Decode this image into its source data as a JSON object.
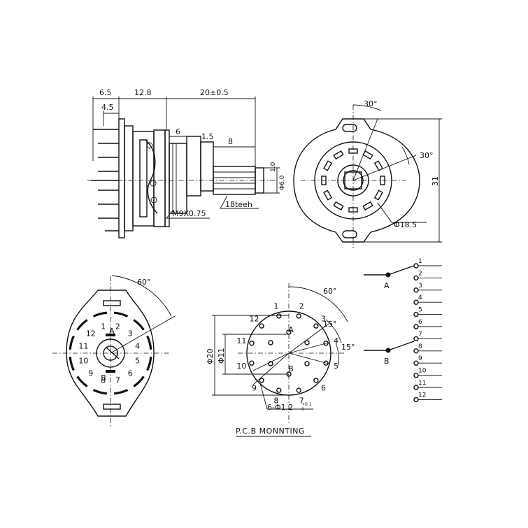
{
  "side_view": {
    "dim_65": "6.5",
    "dim_128": "12.8",
    "dim_20": "20±0.5",
    "dim_45": "4.5",
    "dim_6": "6",
    "dim_15": "1.5",
    "dim_8": "8",
    "dim_10": "1.0",
    "dim_phi6": "Φ6.0",
    "thread": "M9X0.75",
    "teeth": "18teeh"
  },
  "front_view": {
    "angle_top": "30°",
    "angle_right": "30°",
    "dia": "Φ18.5",
    "height": "31"
  },
  "rear_view": {
    "angle": "60°",
    "pins": [
      "1",
      "2",
      "3",
      "4",
      "5",
      "6",
      "7",
      "8",
      "9",
      "10",
      "11",
      "12"
    ],
    "pole_a": "A",
    "pole_b": "B"
  },
  "pcb": {
    "title": "P.C.B MONNTING",
    "angle_60": "60°",
    "angle_15a": "15°",
    "angle_15b": "15°",
    "dia20": "Φ20",
    "dia11": "Φ11",
    "holes": "6-Φ1.2",
    "tol_plus": "+0.1",
    "tol_zero": "0",
    "pins": [
      "1",
      "2",
      "3",
      "4",
      "5",
      "6",
      "7",
      "8",
      "9",
      "10",
      "11",
      "12"
    ],
    "pole_a": "A",
    "pole_b": "B"
  },
  "schematic": {
    "pole_a": "A",
    "pole_b": "B",
    "positions": [
      "1",
      "2",
      "3",
      "4",
      "5",
      "6",
      "7",
      "8",
      "9",
      "10",
      "11",
      "12"
    ]
  }
}
